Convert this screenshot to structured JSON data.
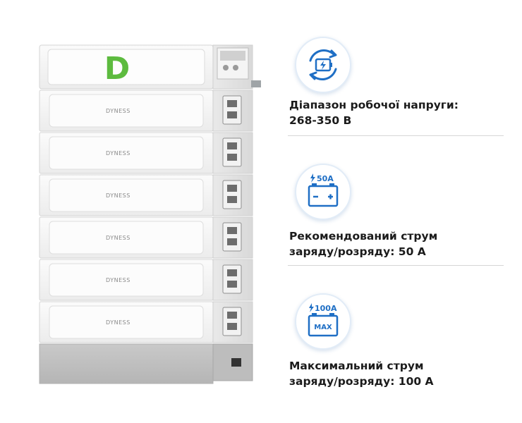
{
  "product": {
    "logo_letter": "D",
    "module_brand": "DYNESS",
    "brand_color": "#5dbb3f"
  },
  "features": [
    {
      "icon": "recycle-battery-icon",
      "line1": "Діапазон робочої напруги:",
      "line2": "268-350 В"
    },
    {
      "icon": "battery-50a-icon",
      "icon_label": "50A",
      "line1": "Рекомендований струм",
      "line2": "заряду/розряду: 50 А"
    },
    {
      "icon": "battery-max-100a-icon",
      "icon_label": "100A",
      "icon_badge": "MAX",
      "line1": "Максимальний струм",
      "line2": "заряду/розряду: 100 А"
    }
  ],
  "colors": {
    "accent_blue": "#1f6fc5",
    "text": "#1b1b1b"
  }
}
